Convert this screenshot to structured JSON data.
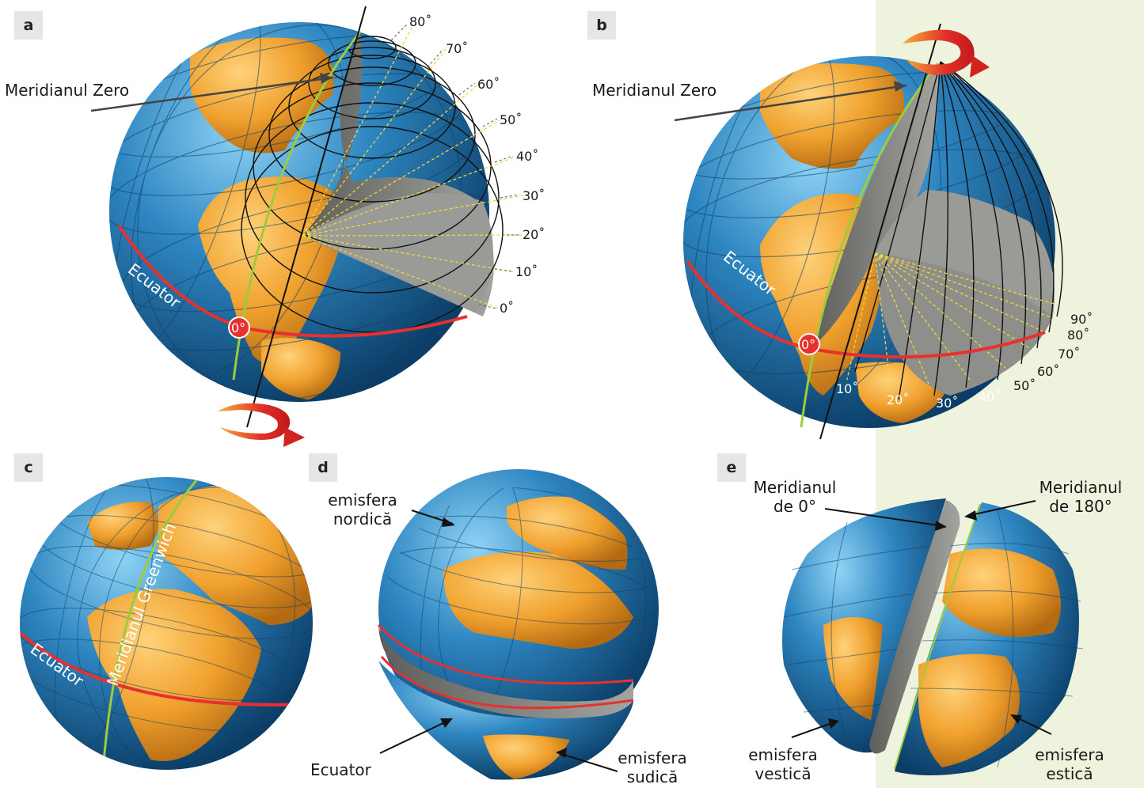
{
  "panels": {
    "a": {
      "tag": "a",
      "meridian_label": "Meridianul Zero",
      "equator_label": "Ecuator",
      "zero_label": "0°",
      "latitude_labels": [
        "80˚",
        "70˚",
        "60˚",
        "50˚",
        "40˚",
        "30˚",
        "20˚",
        "10˚",
        "0˚"
      ]
    },
    "b": {
      "tag": "b",
      "meridian_label": "Meridianul Zero",
      "equator_label": "Ecuator",
      "zero_label": "0°",
      "longitude_labels": [
        "10˚",
        "20˚",
        "30˚",
        "40˚",
        "50˚",
        "60˚",
        "70˚",
        "80˚",
        "90˚"
      ]
    },
    "c": {
      "tag": "c",
      "greenwich_label": "Meridianul Greenwich",
      "equator_label": "Ecuator"
    },
    "d": {
      "tag": "d",
      "north_label_1": "emisfera",
      "north_label_2": "nordică",
      "equator_label": "Ecuator",
      "south_label_1": "emisfera",
      "south_label_2": "sudică"
    },
    "e": {
      "tag": "e",
      "meridian0_label_1": "Meridianul",
      "meridian0_label_2": "de 0°",
      "meridian180_label_1": "Meridianul",
      "meridian180_label_2": "de 180°",
      "west_label_1": "emisfera",
      "west_label_2": "vestică",
      "east_label_1": "emisfera",
      "east_label_2": "estică"
    }
  },
  "colors": {
    "ocean": "#2e86c1",
    "land": "#f0a12e",
    "equator": "#e8312f",
    "greenwich": "#9ccc3c",
    "cut_face": "#8a8a86",
    "guide": "#f2d73a",
    "panel_background": "#eef3dd"
  }
}
